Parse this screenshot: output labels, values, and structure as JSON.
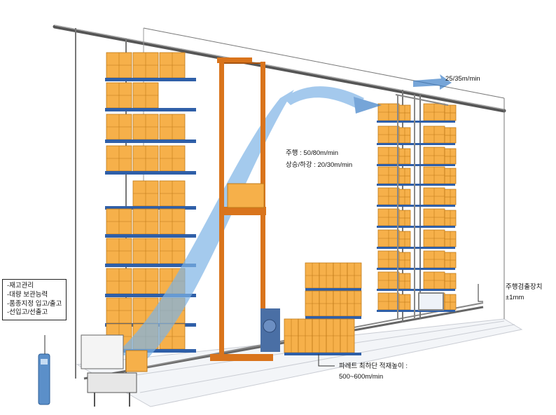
{
  "speeds": {
    "crane_travel": "25/35m/min",
    "travel": "주행 : 50/80m/min",
    "lift": "상승/하강 : 20/30m/min"
  },
  "features": {
    "items": [
      "-재고관리",
      "-대량 보관능력",
      "-품종지정 입고/출고",
      "-선입고/선출고"
    ]
  },
  "position_detector": {
    "title": "주행검출장치",
    "accuracy": "±1mm"
  },
  "pallet": {
    "line1": "파레트 최하단 적재높이 :",
    "line2": "500~600m/min"
  },
  "colors": {
    "box": "#f6b04a",
    "box_edge": "#c07a18",
    "shelf": "#2f5fa8",
    "crane": "#d9741c",
    "flow": "#7eb3e6"
  }
}
